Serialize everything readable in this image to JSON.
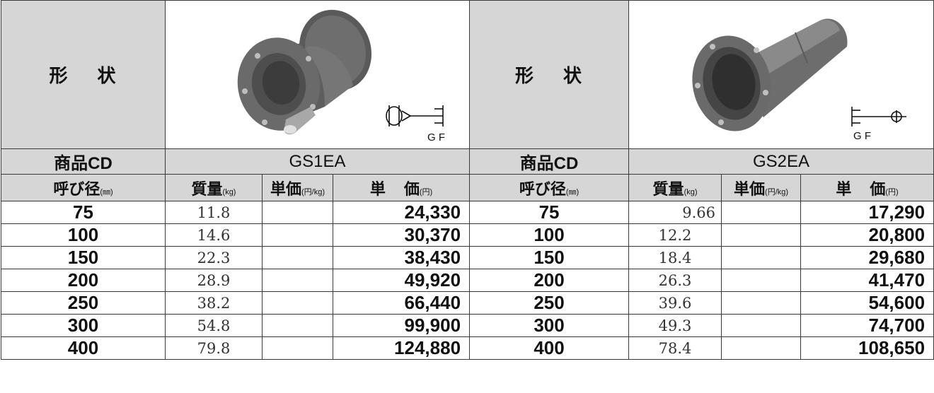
{
  "left": {
    "shape_label": [
      "形",
      "状"
    ],
    "product_cd_label": "商品CD",
    "product_cd": "GS1EA",
    "image_caption": "G F",
    "headers": {
      "size": "呼び径",
      "size_unit": "(㎜)",
      "mass": "質量",
      "mass_unit": "(kg)",
      "unit_price": "単価",
      "unit_price_unit": "(円/kg)",
      "price_a": "単",
      "price_b": "価",
      "price_unit": "(円)"
    },
    "rows": [
      {
        "size": "75",
        "mass": "11.8",
        "unit_price": "",
        "price": "24,330"
      },
      {
        "size": "100",
        "mass": "14.6",
        "unit_price": "",
        "price": "30,370"
      },
      {
        "size": "150",
        "mass": "22.3",
        "unit_price": "",
        "price": "38,430"
      },
      {
        "size": "200",
        "mass": "28.9",
        "unit_price": "",
        "price": "49,920"
      },
      {
        "size": "250",
        "mass": "38.2",
        "unit_price": "",
        "price": "66,440"
      },
      {
        "size": "300",
        "mass": "54.8",
        "unit_price": "",
        "price": "99,900"
      },
      {
        "size": "400",
        "mass": "79.8",
        "unit_price": "",
        "price": "124,880"
      }
    ]
  },
  "right": {
    "shape_label": [
      "形",
      "状"
    ],
    "product_cd_label": "商品CD",
    "product_cd": "GS2EA",
    "image_caption": "G F",
    "headers": {
      "size": "呼び径",
      "size_unit": "(㎜)",
      "mass": "質量",
      "mass_unit": "(kg)",
      "unit_price": "単価",
      "unit_price_unit": "(円/kg)",
      "price_a": "単",
      "price_b": "価",
      "price_unit": "(円)"
    },
    "rows": [
      {
        "size": "75",
        "mass": "9.66",
        "unit_price": "",
        "price": "17,290"
      },
      {
        "size": "100",
        "mass": "12.2",
        "unit_price": "",
        "price": "20,800"
      },
      {
        "size": "150",
        "mass": "18.4",
        "unit_price": "",
        "price": "29,680"
      },
      {
        "size": "200",
        "mass": "26.3",
        "unit_price": "",
        "price": "41,470"
      },
      {
        "size": "250",
        "mass": "39.6",
        "unit_price": "",
        "price": "54,600"
      },
      {
        "size": "300",
        "mass": "49.3",
        "unit_price": "",
        "price": "74,700"
      },
      {
        "size": "400",
        "mass": "78.4",
        "unit_price": "",
        "price": "108,650"
      }
    ]
  },
  "colors": {
    "header_bg": "#d6d6d6",
    "border": "#3a3a3a",
    "fitting": "#6b6b6b"
  }
}
